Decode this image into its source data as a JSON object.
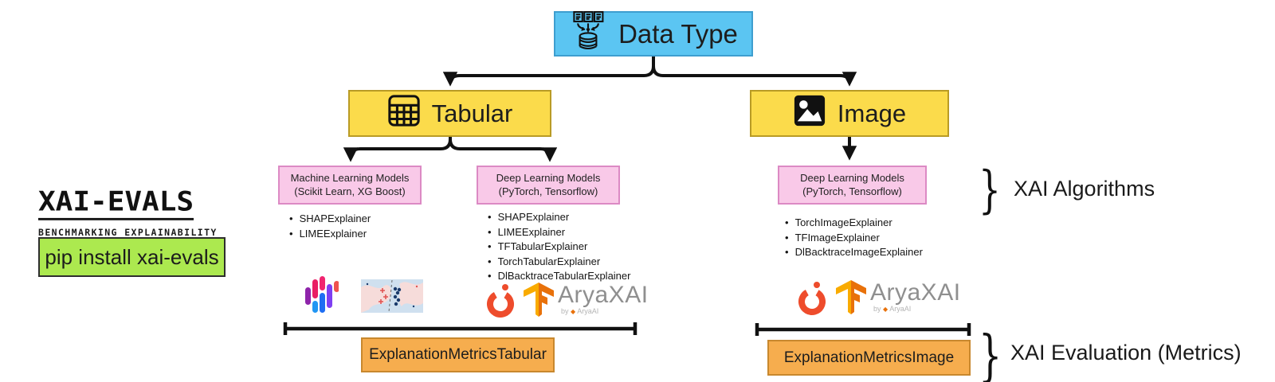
{
  "root": {
    "label": "Data Type"
  },
  "branches": {
    "tabular": {
      "label": "Tabular"
    },
    "image": {
      "label": "Image"
    }
  },
  "model_boxes": [
    {
      "title": "Machine Learning Models",
      "subtitle": "(Scikit Learn, XG Boost)",
      "explainers": [
        "SHAPExplainer",
        "LIMEExplainer"
      ]
    },
    {
      "title": "Deep Learning Models",
      "subtitle": "(PyTorch, Tensorflow)",
      "explainers": [
        "SHAPExplainer",
        "LIMEExplainer",
        "TFTabularExplainer",
        "TorchTabularExplainer",
        "DlBacktraceTabularExplainer"
      ]
    },
    {
      "title": "Deep Learning Models",
      "subtitle": "(PyTorch, Tensorflow)",
      "explainers": [
        "TorchImageExplainer",
        "TFImageExplainer",
        "DlBacktraceImageExplainer"
      ]
    }
  ],
  "metrics": {
    "tabular": "ExplanationMetricsTabular",
    "image": "ExplanationMetricsImage"
  },
  "annotations": {
    "algorithms": "XAI Algorithms",
    "evaluation": "XAI Evaluation (Metrics)"
  },
  "branding": {
    "title": "XAI-EVALS",
    "subtitle": "BENCHMARKING EXPLAINABILITY",
    "install_command": "pip install xai-evals"
  },
  "logos": {
    "tabular_row": [
      "shap-logo",
      "lime-logo",
      "pytorch-logo",
      "tensorflow-logo",
      "aryaxai-logo"
    ],
    "image_row": [
      "pytorch-logo",
      "tensorflow-logo",
      "aryaxai-logo"
    ],
    "aryaxai_text": "AryaXAI",
    "aryaxai_subtext_by": "by",
    "aryaxai_subtext_name": "AryaAI"
  },
  "colors": {
    "node_blue": "#5BC5F2",
    "node_yellow": "#FBDB4B",
    "node_pink": "#F9C9E8",
    "node_orange": "#F6AD4E",
    "install_green": "#ACE94F",
    "arrow_black": "#111111",
    "pytorch_orange": "#EE4C2C",
    "tensorflow_orange": "#E8710A"
  }
}
